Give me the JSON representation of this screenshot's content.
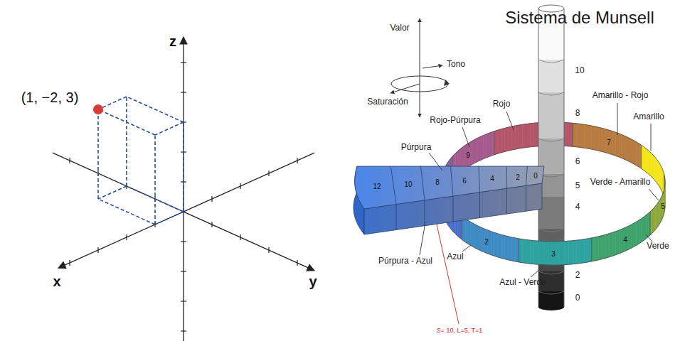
{
  "diagram": {
    "title": "Sistema de Munsell",
    "labels": [
      "z",
      "(1, −2, 3)",
      "x",
      "y",
      "Valor",
      "Tono",
      "Saturación",
      "Rojo",
      "Amarillo - Rojo",
      "Rojo-Púrpura",
      "Amarillo",
      "Púrpura",
      "10",
      "9",
      "8",
      "7",
      "6",
      "12",
      "10",
      "8",
      "6",
      "4",
      "2",
      "0",
      "5",
      "Verde - Amarillo",
      "5",
      "4",
      "2",
      "3",
      "4",
      "Verde",
      "2",
      "Azul",
      "Azul - Verde",
      "Púrpura - Azul",
      "0",
      "S= 10, L=5, T=1"
    ]
  }
}
